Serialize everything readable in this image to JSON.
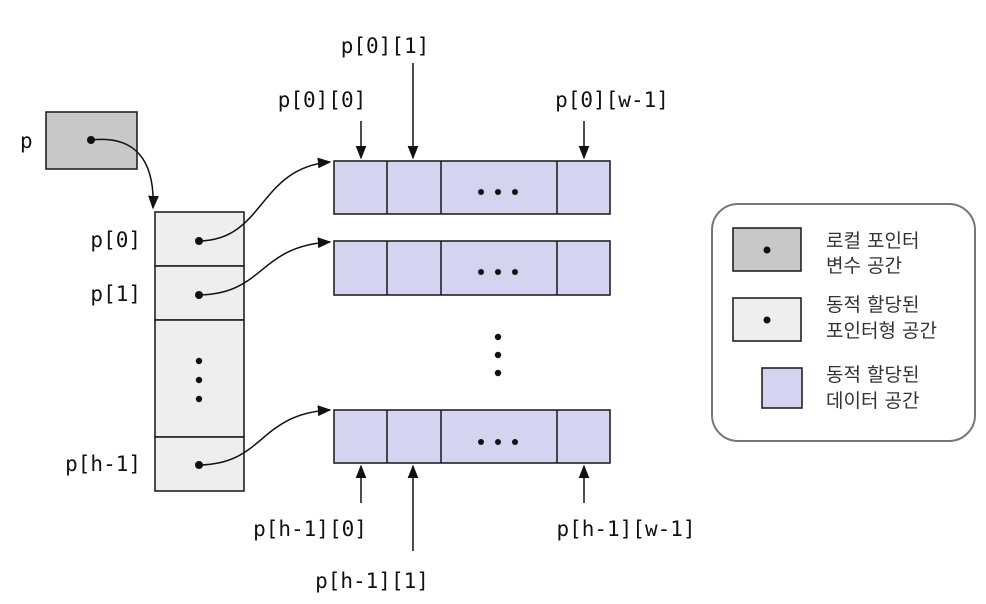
{
  "pointer_var": {
    "label": "p"
  },
  "pointer_array": {
    "labels": [
      "p[0]",
      "p[1]",
      "p[h-1]"
    ]
  },
  "top_labels": {
    "p00": "p[0][0]",
    "p01": "p[0][1]",
    "p0w": "p[0][w-1]"
  },
  "bottom_labels": {
    "ph0": "p[h-1][0]",
    "ph1": "p[h-1][1]",
    "phw": "p[h-1][w-1]"
  },
  "legend": {
    "items": [
      {
        "line1": "로컬 포인터",
        "line2": "변수 공간",
        "swatch_color": "#c8c8c8",
        "has_dot": true
      },
      {
        "line1": "동적 할당된",
        "line2": "포인터형 공간",
        "swatch_color": "#eeeeee",
        "has_dot": true
      },
      {
        "line1": "동적 할당된",
        "line2": "데이터 공간",
        "swatch_color": "#d4d4f0",
        "has_dot": false
      }
    ]
  },
  "colors": {
    "local_variable": "#c8c8c8",
    "pointer_space": "#eeeeee",
    "data_space": "#d4d4f0"
  }
}
